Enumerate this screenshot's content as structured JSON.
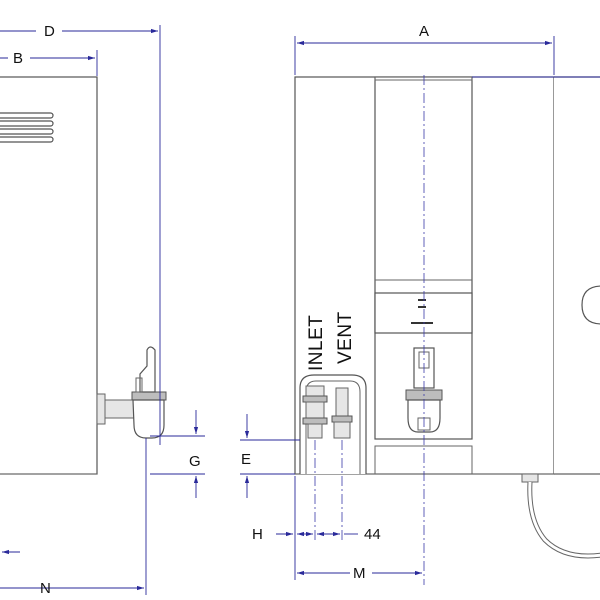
{
  "dimensions": {
    "a": "A",
    "b": "B",
    "d": "D",
    "e": "E",
    "g": "G",
    "h": "H",
    "m": "M",
    "n": "N",
    "forty_four": "44"
  },
  "labels": {
    "inlet": "INLET",
    "vent": "VENT"
  },
  "colors": {
    "dimension": "#2a2a9a",
    "outline": "#555555"
  }
}
